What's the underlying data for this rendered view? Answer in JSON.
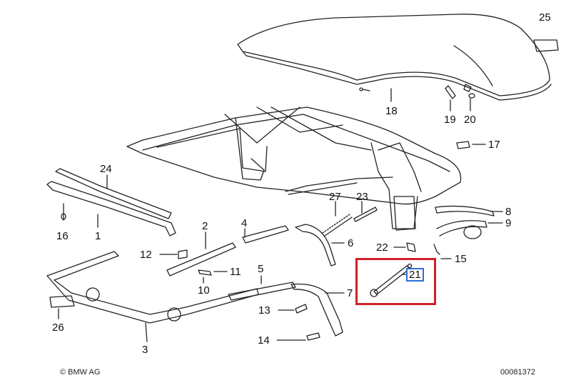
{
  "diagram": {
    "part_labels": [
      {
        "id": "p25",
        "text": "25"
      },
      {
        "id": "p18",
        "text": "18"
      },
      {
        "id": "p19",
        "text": "19"
      },
      {
        "id": "p20",
        "text": "20"
      },
      {
        "id": "p17",
        "text": "17"
      },
      {
        "id": "p24",
        "text": "24"
      },
      {
        "id": "p27",
        "text": "27"
      },
      {
        "id": "p23",
        "text": "23"
      },
      {
        "id": "p8",
        "text": "8"
      },
      {
        "id": "p9",
        "text": "9"
      },
      {
        "id": "p16",
        "text": "16"
      },
      {
        "id": "p1",
        "text": "1"
      },
      {
        "id": "p2",
        "text": "2"
      },
      {
        "id": "p4",
        "text": "4"
      },
      {
        "id": "p6",
        "text": "6"
      },
      {
        "id": "p22",
        "text": "22"
      },
      {
        "id": "p15",
        "text": "15"
      },
      {
        "id": "p12",
        "text": "12"
      },
      {
        "id": "p11",
        "text": "11"
      },
      {
        "id": "p5",
        "text": "5"
      },
      {
        "id": "p21",
        "text": "21"
      },
      {
        "id": "p10",
        "text": "10"
      },
      {
        "id": "p7",
        "text": "7"
      },
      {
        "id": "p13",
        "text": "13"
      },
      {
        "id": "p26",
        "text": "26"
      },
      {
        "id": "p14",
        "text": "14"
      },
      {
        "id": "p3",
        "text": "3"
      }
    ],
    "highlighted_part": "21",
    "copyright": "© BMW AG",
    "document_number": "00081372"
  },
  "colors": {
    "selection_box": "#d0202a",
    "label_highlight": "#2a6fd6",
    "line": "#222222"
  }
}
